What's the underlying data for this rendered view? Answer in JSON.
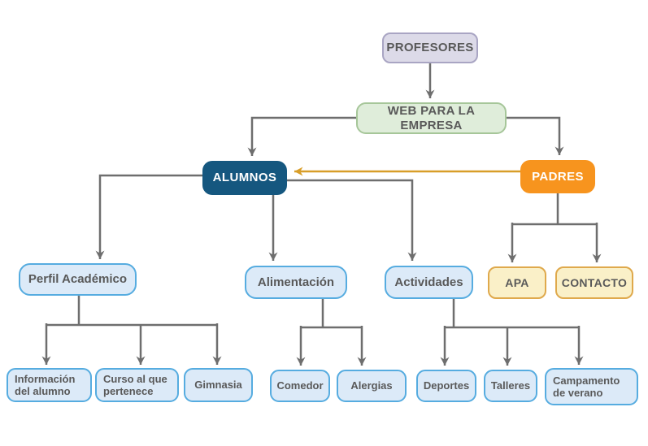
{
  "diagram": {
    "type": "sitemap-flowchart",
    "background": "#ffffff",
    "colors": {
      "text_dark": "#595959",
      "text_light": "#ffffff",
      "connector": "#6e6e6e",
      "highlight_arrow": "#d89e29",
      "profesores_fill": "#dcdae8",
      "profesores_border": "#a9a5c3",
      "web_fill": "#dfedda",
      "web_border": "#a6c699",
      "alumnos_fill": "#15577f",
      "padres_fill": "#f7941e",
      "blue_fill": "#dceaf8",
      "blue_border": "#56ace0",
      "yellow_fill": "#faf0c8",
      "yellow_border": "#dfa94c"
    },
    "nodes": {
      "profesores": {
        "label": "PROFESORES"
      },
      "web": {
        "label": "WEB PARA LA EMPRESA"
      },
      "alumnos": {
        "label": "ALUMNOS"
      },
      "padres": {
        "label": "PADRES"
      },
      "perfil_academico": {
        "label": "Perfil Académico"
      },
      "alimentacion": {
        "label": "Alimentación"
      },
      "actividades": {
        "label": "Actividades"
      },
      "apa": {
        "label": "APA"
      },
      "contacto": {
        "label": "CONTACTO"
      },
      "informacion_alumno": {
        "label": "Información del alumno"
      },
      "curso_pertenece": {
        "label": "Curso al que pertenece"
      },
      "gimnasia": {
        "label": "Gimnasia"
      },
      "comedor": {
        "label": "Comedor"
      },
      "alergias": {
        "label": "Alergias"
      },
      "deportes": {
        "label": "Deportes"
      },
      "talleres": {
        "label": "Talleres"
      },
      "campamento": {
        "label": "Campamento de verano"
      }
    },
    "edges": [
      {
        "from": "PROFESORES",
        "to": "WEB PARA LA EMPRESA",
        "style": "gray-arrow"
      },
      {
        "from": "WEB PARA LA EMPRESA",
        "to": "ALUMNOS",
        "style": "gray-arrow"
      },
      {
        "from": "WEB PARA LA EMPRESA",
        "to": "PADRES",
        "style": "gray-arrow"
      },
      {
        "from": "PADRES",
        "to": "ALUMNOS",
        "style": "orange-arrow"
      },
      {
        "from": "ALUMNOS",
        "to": "Perfil Académico",
        "style": "gray-arrow"
      },
      {
        "from": "ALUMNOS",
        "to": "Alimentación",
        "style": "gray-arrow"
      },
      {
        "from": "ALUMNOS",
        "to": "Actividades",
        "style": "gray-arrow"
      },
      {
        "from": "PADRES",
        "to": "APA",
        "style": "gray-arrow"
      },
      {
        "from": "PADRES",
        "to": "CONTACTO",
        "style": "gray-arrow"
      },
      {
        "from": "Perfil Académico",
        "to": "Información del alumno",
        "style": "gray-arrow"
      },
      {
        "from": "Perfil Académico",
        "to": "Curso al que pertenece",
        "style": "gray-arrow"
      },
      {
        "from": "Perfil Académico",
        "to": "Gimnasia",
        "style": "gray-arrow"
      },
      {
        "from": "Alimentación",
        "to": "Comedor",
        "style": "gray-arrow"
      },
      {
        "from": "Alimentación",
        "to": "Alergias",
        "style": "gray-arrow"
      },
      {
        "from": "Actividades",
        "to": "Deportes",
        "style": "gray-arrow"
      },
      {
        "from": "Actividades",
        "to": "Talleres",
        "style": "gray-arrow"
      },
      {
        "from": "Actividades",
        "to": "Campamento de verano",
        "style": "gray-arrow"
      }
    ]
  }
}
